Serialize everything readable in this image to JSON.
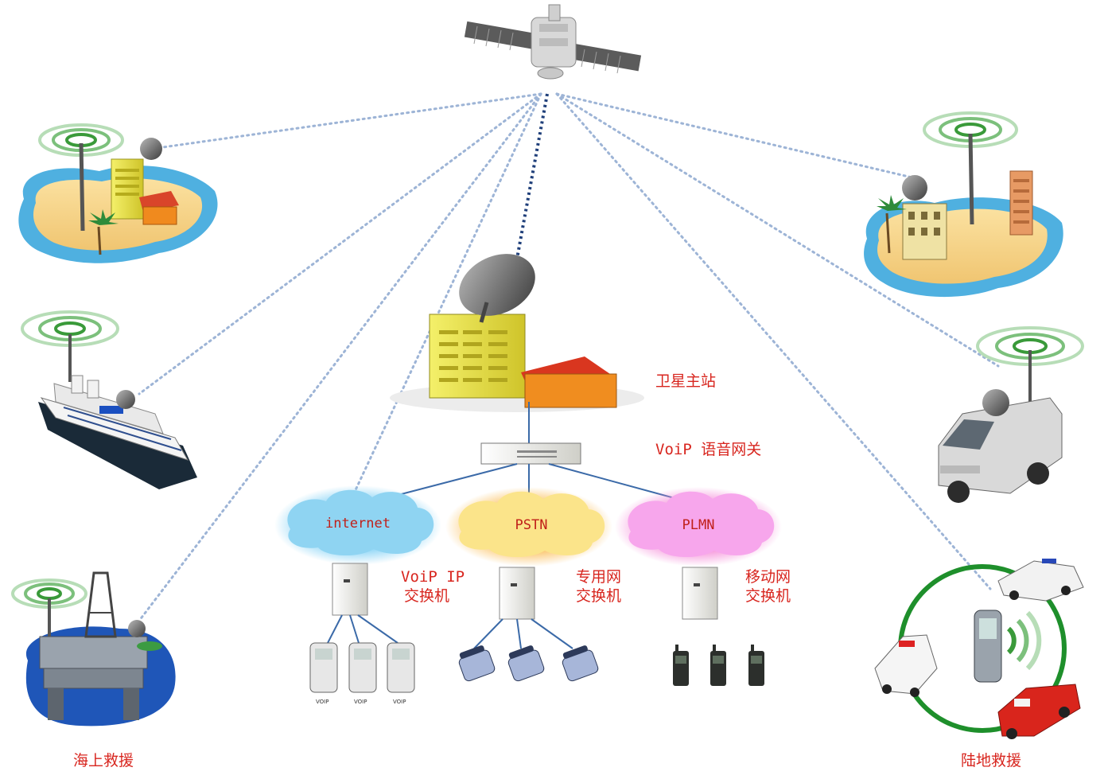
{
  "labels": {
    "master_station": "卫星主站",
    "voip_gateway": "VoiP 语音网关",
    "voip_ip_switch_line1": "VoiP IP",
    "voip_ip_switch_line2": "交换机",
    "private_switch_line1": "专用网",
    "private_switch_line2": "交换机",
    "mobile_switch_line1": "移动网",
    "mobile_switch_line2": "交换机",
    "sea_rescue": "海上救援",
    "land_rescue": "陆地救援"
  },
  "clouds": {
    "internet": "internet",
    "pstn": "PSTN",
    "plmn": "PLMN"
  },
  "device_tags": {
    "voip_phone": "VOIP"
  },
  "colors": {
    "label_red": "#d8261f",
    "dotted_link": "#9db4d6",
    "trunk_link": "#1f3f7a",
    "cloud_internet": "#8fd4f2",
    "cloud_pstn": "#fbe48a",
    "cloud_plmn": "#f7a6ec",
    "ring_green": "#1e8f2b"
  }
}
